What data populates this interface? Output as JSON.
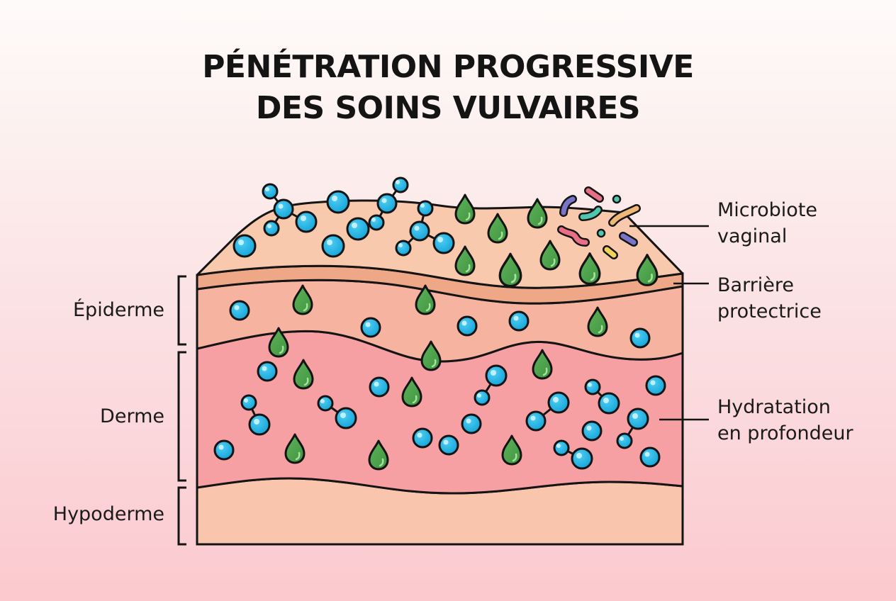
{
  "title": {
    "line1": "PÉNÉTRATION PROGRESSIVE",
    "line2": "DES SOINS VULVAIRES"
  },
  "layer_labels": [
    {
      "id": "epiderme",
      "text": "Épiderme"
    },
    {
      "id": "derme",
      "text": "Derme"
    },
    {
      "id": "hypoderme",
      "text": "Hypoderme"
    }
  ],
  "callouts": [
    {
      "id": "microbiote",
      "line1": "Microbiote",
      "line2": "vaginal"
    },
    {
      "id": "barriere",
      "line1": "Barrière",
      "line2": "protectrice"
    },
    {
      "id": "hydratation",
      "line1": "Hydratation",
      "line2": "en profondeur"
    }
  ],
  "colors": {
    "surface": "#f9c9ad",
    "barrier": "#eea888",
    "epidermis": "#f6b3a0",
    "dermis": "#f7a0a4",
    "hypodermis": "#f9c6ad",
    "outline": "#141414",
    "molecule": "#22b1e3",
    "droplet": "#4ea24a"
  },
  "legend_icons": [
    {
      "name": "water-molecule-icon",
      "color": "#22b1e3"
    },
    {
      "name": "active-droplet-icon",
      "color": "#4ea24a"
    },
    {
      "name": "bacteria-icon",
      "colors": [
        "#7a74c8",
        "#e86f86",
        "#4fc6ad",
        "#f0b878",
        "#f2d15a"
      ]
    }
  ]
}
